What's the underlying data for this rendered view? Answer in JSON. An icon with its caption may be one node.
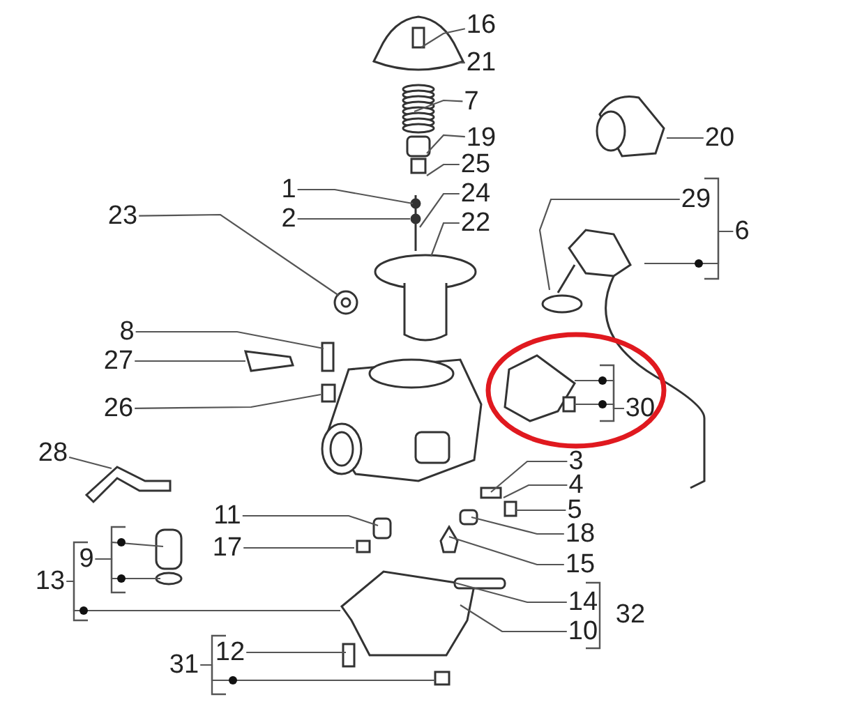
{
  "diagram": {
    "nodes": [
      {
        "text": [
          "16"
        ]
      },
      {
        "text": [
          "21"
        ]
      },
      {
        "text": [
          "7"
        ]
      },
      {
        "text": [
          "19"
        ]
      },
      {
        "text": [
          "20"
        ]
      },
      {
        "text": [
          "25"
        ]
      },
      {
        "text": [
          "1"
        ]
      },
      {
        "text": [
          "24"
        ]
      },
      {
        "text": [
          "29"
        ]
      },
      {
        "text": [
          "23"
        ]
      },
      {
        "text": [
          "2"
        ]
      },
      {
        "text": [
          "22"
        ]
      },
      {
        "text": [
          "6"
        ]
      },
      {
        "text": [
          "8"
        ]
      },
      {
        "text": [
          "27"
        ]
      },
      {
        "text": [
          "30"
        ]
      },
      {
        "text": [
          "26"
        ]
      },
      {
        "text": [
          "28"
        ]
      },
      {
        "text": [
          "3"
        ]
      },
      {
        "text": [
          "4"
        ]
      },
      {
        "text": [
          "5"
        ]
      },
      {
        "text": [
          "11"
        ]
      },
      {
        "text": [
          "18"
        ]
      },
      {
        "text": [
          "9"
        ]
      },
      {
        "text": [
          "17"
        ]
      },
      {
        "text": [
          "15"
        ]
      },
      {
        "text": [
          "13"
        ]
      },
      {
        "text": [
          "14"
        ]
      },
      {
        "text": [
          "10"
        ]
      },
      {
        "text": [
          "12"
        ]
      },
      {
        "text": [
          "31"
        ]
      }
    ],
    "edges": [
      {
        "from": 0,
        "to": null,
        "arrow": "none"
      },
      {
        "from": 1,
        "to": null,
        "arrow": "none"
      },
      {
        "from": 2,
        "to": null,
        "arrow": "none"
      },
      {
        "from": 3,
        "to": null,
        "arrow": "none"
      },
      {
        "from": 4,
        "to": null,
        "arrow": "none"
      },
      {
        "from": 5,
        "to": null,
        "arrow": "none"
      },
      {
        "from": 6,
        "to": null,
        "arrow": "none"
      },
      {
        "from": 7,
        "to": null,
        "arrow": "none"
      },
      {
        "from": 8,
        "to": null,
        "arrow": "none"
      },
      {
        "from": 9,
        "to": null,
        "arrow": "none"
      },
      {
        "from": 10,
        "to": null,
        "arrow": "none"
      },
      {
        "from": 11,
        "to": null,
        "arrow": "none"
      },
      {
        "from": 12,
        "to": null,
        "arrow": "none"
      },
      {
        "from": 13,
        "to": null,
        "arrow": "none"
      },
      {
        "from": 14,
        "to": null,
        "arrow": "none"
      },
      {
        "from": 15,
        "to": null,
        "arrow": "none"
      },
      {
        "from": 15,
        "to": null,
        "arrow": "none"
      },
      {
        "from": 16,
        "to": null,
        "arrow": "none"
      },
      {
        "from": 17,
        "to": null,
        "arrow": "none"
      },
      {
        "from": 18,
        "to": null,
        "arrow": "none"
      },
      {
        "from": 19,
        "to": null,
        "arrow": "none"
      },
      {
        "from": 20,
        "to": null,
        "arrow": "none"
      },
      {
        "from": 21,
        "to": null,
        "arrow": "none"
      },
      {
        "from": 22,
        "to": null,
        "arrow": "none"
      },
      {
        "from": 23,
        "to": null,
        "arrow": "none"
      },
      {
        "from": 23,
        "to": null,
        "arrow": "none"
      },
      {
        "from": 24,
        "to": null,
        "arrow": "none"
      },
      {
        "from": 25,
        "to": null,
        "arrow": "none"
      },
      {
        "from": 26,
        "to": null,
        "arrow": "none"
      },
      {
        "from": 27,
        "to": null,
        "arrow": "none"
      },
      {
        "from": 28,
        "to": null,
        "arrow": "none"
      },
      {
        "from": 29,
        "to": null,
        "arrow": "none"
      },
      {
        "from": 30,
        "to": null,
        "arrow": "none"
      }
    ],
    "labels": [
      "32"
    ]
  }
}
